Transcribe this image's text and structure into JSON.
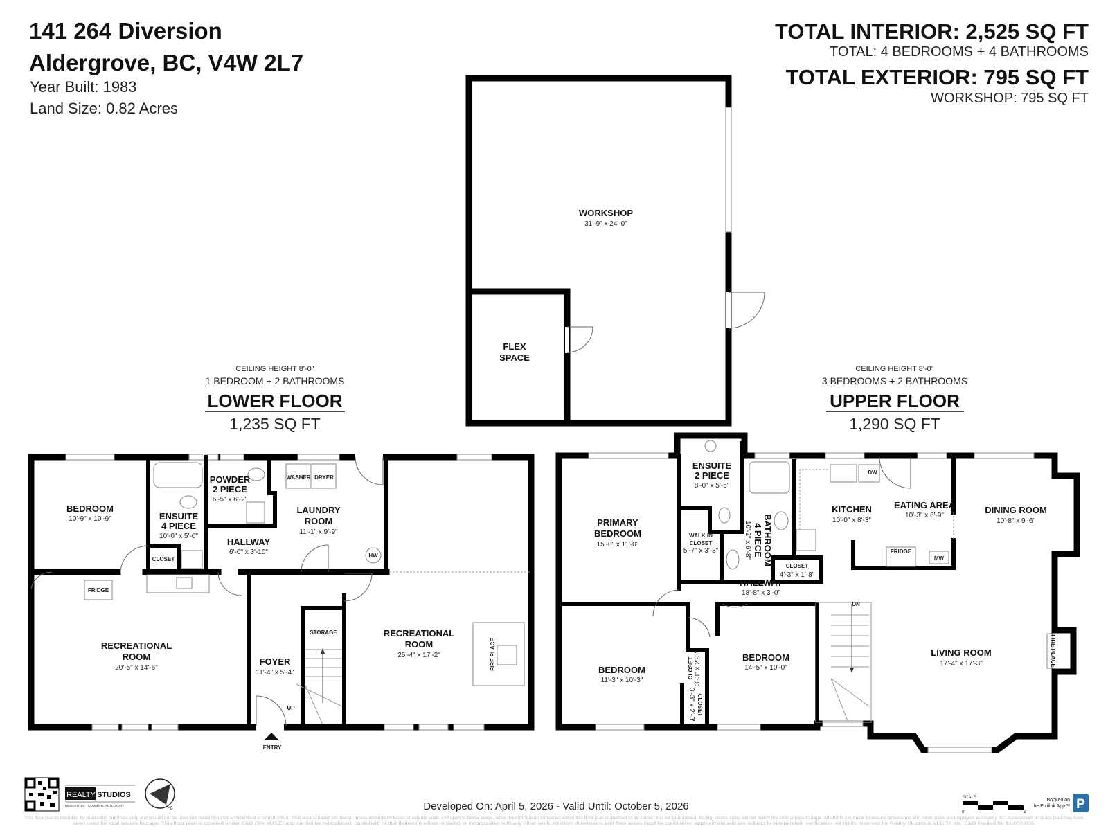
{
  "header": {
    "address_line1": "141 264 Diversion",
    "address_line2": "Aldergrove, BC, V4W 2L7",
    "year_built": "Year Built: 1983",
    "land_size": "Land Size: 0.82 Acres",
    "total_interior": "TOTAL INTERIOR: 2,525 SQ FT",
    "total_rooms": "TOTAL: 4 BEDROOMS  + 4 BATHROOMS",
    "total_exterior": "TOTAL EXTERIOR: 795 SQ FT",
    "workshop_area": "WORKSHOP: 795 SQ FT"
  },
  "workshop": {
    "workshop_name": "WORKSHOP",
    "workshop_dims": "31'-9\" x 24'-0\"",
    "flex_line1": "FLEX",
    "flex_line2": "SPACE"
  },
  "lower_floor": {
    "ceiling": "CEILING HEIGHT 8'-0\"",
    "summary": "1 BEDROOM + 2 BATHROOMS",
    "title": "LOWER FLOOR",
    "area": "1,235 SQ FT",
    "bedroom": {
      "name": "BEDROOM",
      "dims": "10'-9\" x 10'-9\""
    },
    "ensuite": {
      "name1": "ENSUITE",
      "name2": "4 PIECE",
      "dims": "10'-0\" x 5'-0\""
    },
    "closet": "CLOSET",
    "powder": {
      "name1": "POWDER",
      "name2": "2 PIECE",
      "dims": "6'-5\" x 6'-2\""
    },
    "hallway": {
      "name": "HALLWAY",
      "dims": "6'-0\" x 3'-10\""
    },
    "laundry": {
      "name1": "LAUNDRY",
      "name2": "ROOM",
      "dims": "11'-1\" x 9'-9\""
    },
    "washer": "WASHER",
    "dryer": "DRYER",
    "hw": "HW",
    "fridge": "FRIDGE",
    "rec_left": {
      "name1": "RECREATIONAL",
      "name2": "ROOM",
      "dims": "20'-5\" x 14'-6\""
    },
    "foyer": {
      "name": "FOYER",
      "dims": "11'-4\" x 5'-4\""
    },
    "storage": "STORAGE",
    "up": "UP",
    "rec_right": {
      "name1": "RECREATIONAL",
      "name2": "ROOM",
      "dims": "25'-4\" x 17'-2\""
    },
    "fireplace": "FIRE PLACE",
    "entry": "ENTRY"
  },
  "upper_floor": {
    "ceiling": "CEILING HEIGHT 8'-0\"",
    "summary": "3 BEDROOMS + 2 BATHROOMS",
    "title": "UPPER FLOOR",
    "area": "1,290 SQ FT",
    "primary": {
      "name1": "PRIMARY",
      "name2": "BEDROOM",
      "dims": "15'-0\" x 11'-0\""
    },
    "ensuite": {
      "name1": "ENSUITE",
      "name2": "2 PIECE",
      "dims": "8'-0\" x 5'-5\""
    },
    "walkin": {
      "name1": "WALK IN",
      "name2": "CLOSET",
      "dims": "5'-7\" x 3'-8\""
    },
    "bathroom": {
      "name1": "BATHROOM",
      "name2": "4 PIECE",
      "dims": "10'-2\" x 6'-8\""
    },
    "kitchen": {
      "name": "KITCHEN",
      "dims": "10'-0\" x 8'-3\""
    },
    "dw": "DW",
    "eating": {
      "name": "EATING AREA",
      "dims": "10'-3\" x 6'-9\""
    },
    "dining": {
      "name": "DINING ROOM",
      "dims": "10'-8\" x 9'-6\""
    },
    "fridge": "FRIDGE",
    "mw": "MW",
    "closet": {
      "name": "CLOSET",
      "dims": "4'-3\" x 1'-8\""
    },
    "hallway": {
      "name": "HALLWAY",
      "dims": "18'-8\" x 3'-0\""
    },
    "dn": "DN",
    "bedroom_left": {
      "name": "BEDROOM",
      "dims": "11'-3\" x 10'-3\""
    },
    "closet_a": {
      "name": "CLOSET",
      "dims": "3'-3\" x 2'-3\""
    },
    "closet_b": {
      "name": "CLOSET",
      "dims": "3'-3\" x 2'-3\""
    },
    "bedroom_right": {
      "name": "BEDROOM",
      "dims": "14'-5\" x 10'-0\""
    },
    "living": {
      "name": "LIVING ROOM",
      "dims": "17'-4\" x 17'-3\""
    },
    "fireplace": "FIRE PLACE"
  },
  "footer": {
    "logo_realty": "REALTY",
    "logo_studios": "STUDIOS",
    "logo_tagline": "RESIDENTIAL | COMMERCIAL | LUXURY",
    "compass_n": "N",
    "developed": "Developed On: April 5, 2026 - Valid Until: October 5, 2026",
    "disclaimer_line1": "This floor plan is intended for marketing purposes only and should not be used nor relied upon for architectural or construction. Total area is based on interior measurements inclusive of exterior walls and open to below areas, while the information contained within this floor plan is deemed to be correct it is not guaranteed. Adding rooms sizes will not match the total square footage. All efforts are made to ensure dimensions and room sizes are displayed accurately. BC Assessment or strata plan may have",
    "disclaimer_line2": "been used for total square footage. This floor plan is covered under E&O (3% M.O.E) and cannot be reproduced, published, or distributed (in whole or parts) or incorporated with any other work. All room dimensions and floor areas must be considered approximate and are subject to independent verification. All rights reserved for Realty Studios & VLGRS Inc. E&O insured for $1,000,000.",
    "scale_label": "SCALE",
    "scale_min": "0'",
    "scale_max": "5'",
    "booked_line1": "Booked on",
    "booked_line2": "the Pixilink App™",
    "pixilink_letter": "P",
    "pixilink_color": "#2f6fa8"
  }
}
